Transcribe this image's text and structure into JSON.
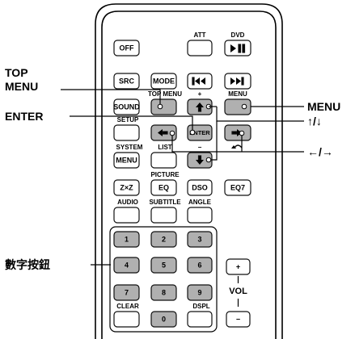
{
  "buttons": {
    "off": "OFF",
    "src": "SRC",
    "mode": "MODE",
    "sound": "SOUND",
    "menu": "MENU",
    "zxz": "Z×Z",
    "eq": "EQ",
    "dso": "DSO",
    "eq7": "EQ7",
    "enter": "ENTER",
    "num1": "1",
    "num2": "2",
    "num3": "3",
    "num4": "4",
    "num5": "5",
    "num6": "6",
    "num7": "7",
    "num8": "8",
    "num9": "9",
    "num0": "0",
    "vol_plus": "+",
    "vol_minus": "−"
  },
  "labels": {
    "att": "ATT",
    "dvd": "DVD",
    "plus": "+",
    "minus": "−",
    "top_menu": "TOP MENU",
    "menu": "MENU",
    "setup": "SETUP",
    "system": "SYSTEM",
    "list": "LIST",
    "picture": "PICTURE",
    "audio": "AUDIO",
    "subtitle": "SUBTITLE",
    "angle": "ANGLE",
    "clear": "CLEAR",
    "dspl": "DSPL",
    "vol": "VOL"
  },
  "callouts": {
    "top_menu_line1": "TOP",
    "top_menu_line2": "MENU",
    "enter": "ENTER",
    "menu": "MENU",
    "up_down": "↑/↓",
    "left_right": "←/→",
    "number_buttons": "數字按鈕"
  },
  "icons": {
    "play_pause": "play-pause-icon",
    "prev": "previous-track-icon",
    "next": "next-track-icon",
    "up": "up-arrow-icon",
    "down": "down-arrow-icon",
    "left": "left-arrow-icon",
    "right": "right-arrow-icon",
    "return": "return-icon"
  },
  "colors": {
    "highlight": "#b0b0b0",
    "button": "#ffffff",
    "outline": "#000000"
  }
}
